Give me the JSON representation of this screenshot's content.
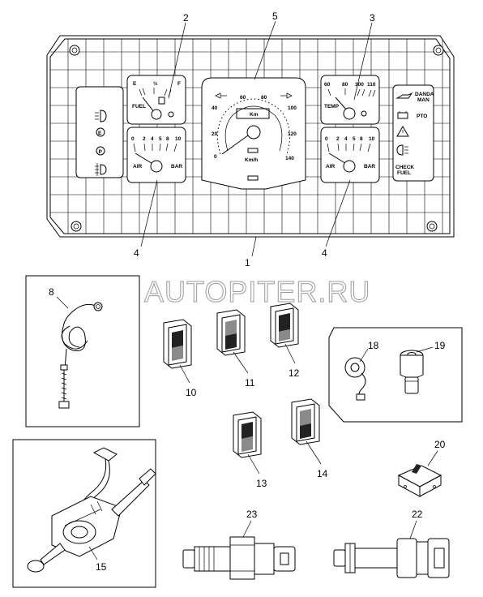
{
  "watermark": "AUTOPITER.RU",
  "callouts": {
    "c1": "1",
    "c2": "2",
    "c3": "3",
    "c4a": "4",
    "c4b": "4",
    "c5": "5",
    "c8": "8",
    "c10": "10",
    "c11": "11",
    "c12": "12",
    "c13": "13",
    "c14": "14",
    "c15": "15",
    "c18": "18",
    "c19": "19",
    "c20": "20",
    "c22": "22",
    "c23": "23"
  },
  "fuel_gauge": {
    "e": "E",
    "half": "½",
    "f": "F",
    "label": "FUEL"
  },
  "air_gauge_left": {
    "ticks": [
      "0",
      "2",
      "4",
      "5",
      "8",
      "10"
    ],
    "air": "AIR",
    "bar": "BAR"
  },
  "air_gauge_right": {
    "ticks": [
      "0",
      "2",
      "4",
      "5",
      "8",
      "10"
    ],
    "air": "AIR",
    "bar": "BAR"
  },
  "temp_gauge": {
    "ticks": [
      "60",
      "80",
      "100",
      "110"
    ],
    "label": "TEMP"
  },
  "speedometer": {
    "ticks": [
      "0",
      "20",
      "40",
      "60",
      "80",
      "100",
      "120",
      "140"
    ],
    "km": "Km",
    "unit": "Km/h"
  },
  "right_panel": {
    "danda": "DANDA",
    "man": "MAN",
    "pto": "PTO",
    "check": "CHECK",
    "fuel": "FUEL"
  },
  "left_panel_icons": [
    "headlight-icon",
    "e-icon",
    "p-icon",
    "fog-light-icon"
  ],
  "right_panel_icons": [
    "oil-can-icon",
    "battery-icon",
    "warning-triangle-icon",
    "rear-fog-icon"
  ]
}
